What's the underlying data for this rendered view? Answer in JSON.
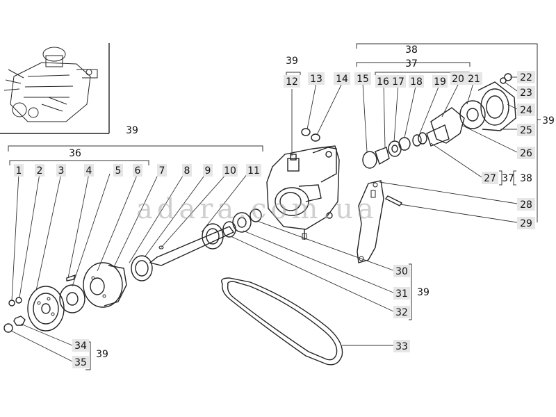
{
  "watermark": "adara.com.ua",
  "part_numbers": [
    "1",
    "2",
    "3",
    "4",
    "5",
    "6",
    "7",
    "8",
    "9",
    "10",
    "11",
    "12",
    "13",
    "14",
    "15",
    "16",
    "17",
    "18",
    "19",
    "20",
    "21",
    "22",
    "23",
    "24",
    "25",
    "26",
    "27",
    "28",
    "29",
    "30",
    "31",
    "32",
    "33",
    "34",
    "35"
  ],
  "assembly_numbers": {
    "pump": "39",
    "housing": "39",
    "pulley_group": "39",
    "pulley_set": "36",
    "impeller_group": "38",
    "impeller_set": "37",
    "impeller_right": "39",
    "seal_set": "37",
    "seal_group": "38",
    "bearing_group": "39",
    "nut_group": "39"
  },
  "colors": {
    "line": "#222222",
    "label_bg": "#e6e6e6",
    "watermark": "#a8a8a8"
  },
  "icons": {
    "inset": "engine-thumbnail"
  }
}
